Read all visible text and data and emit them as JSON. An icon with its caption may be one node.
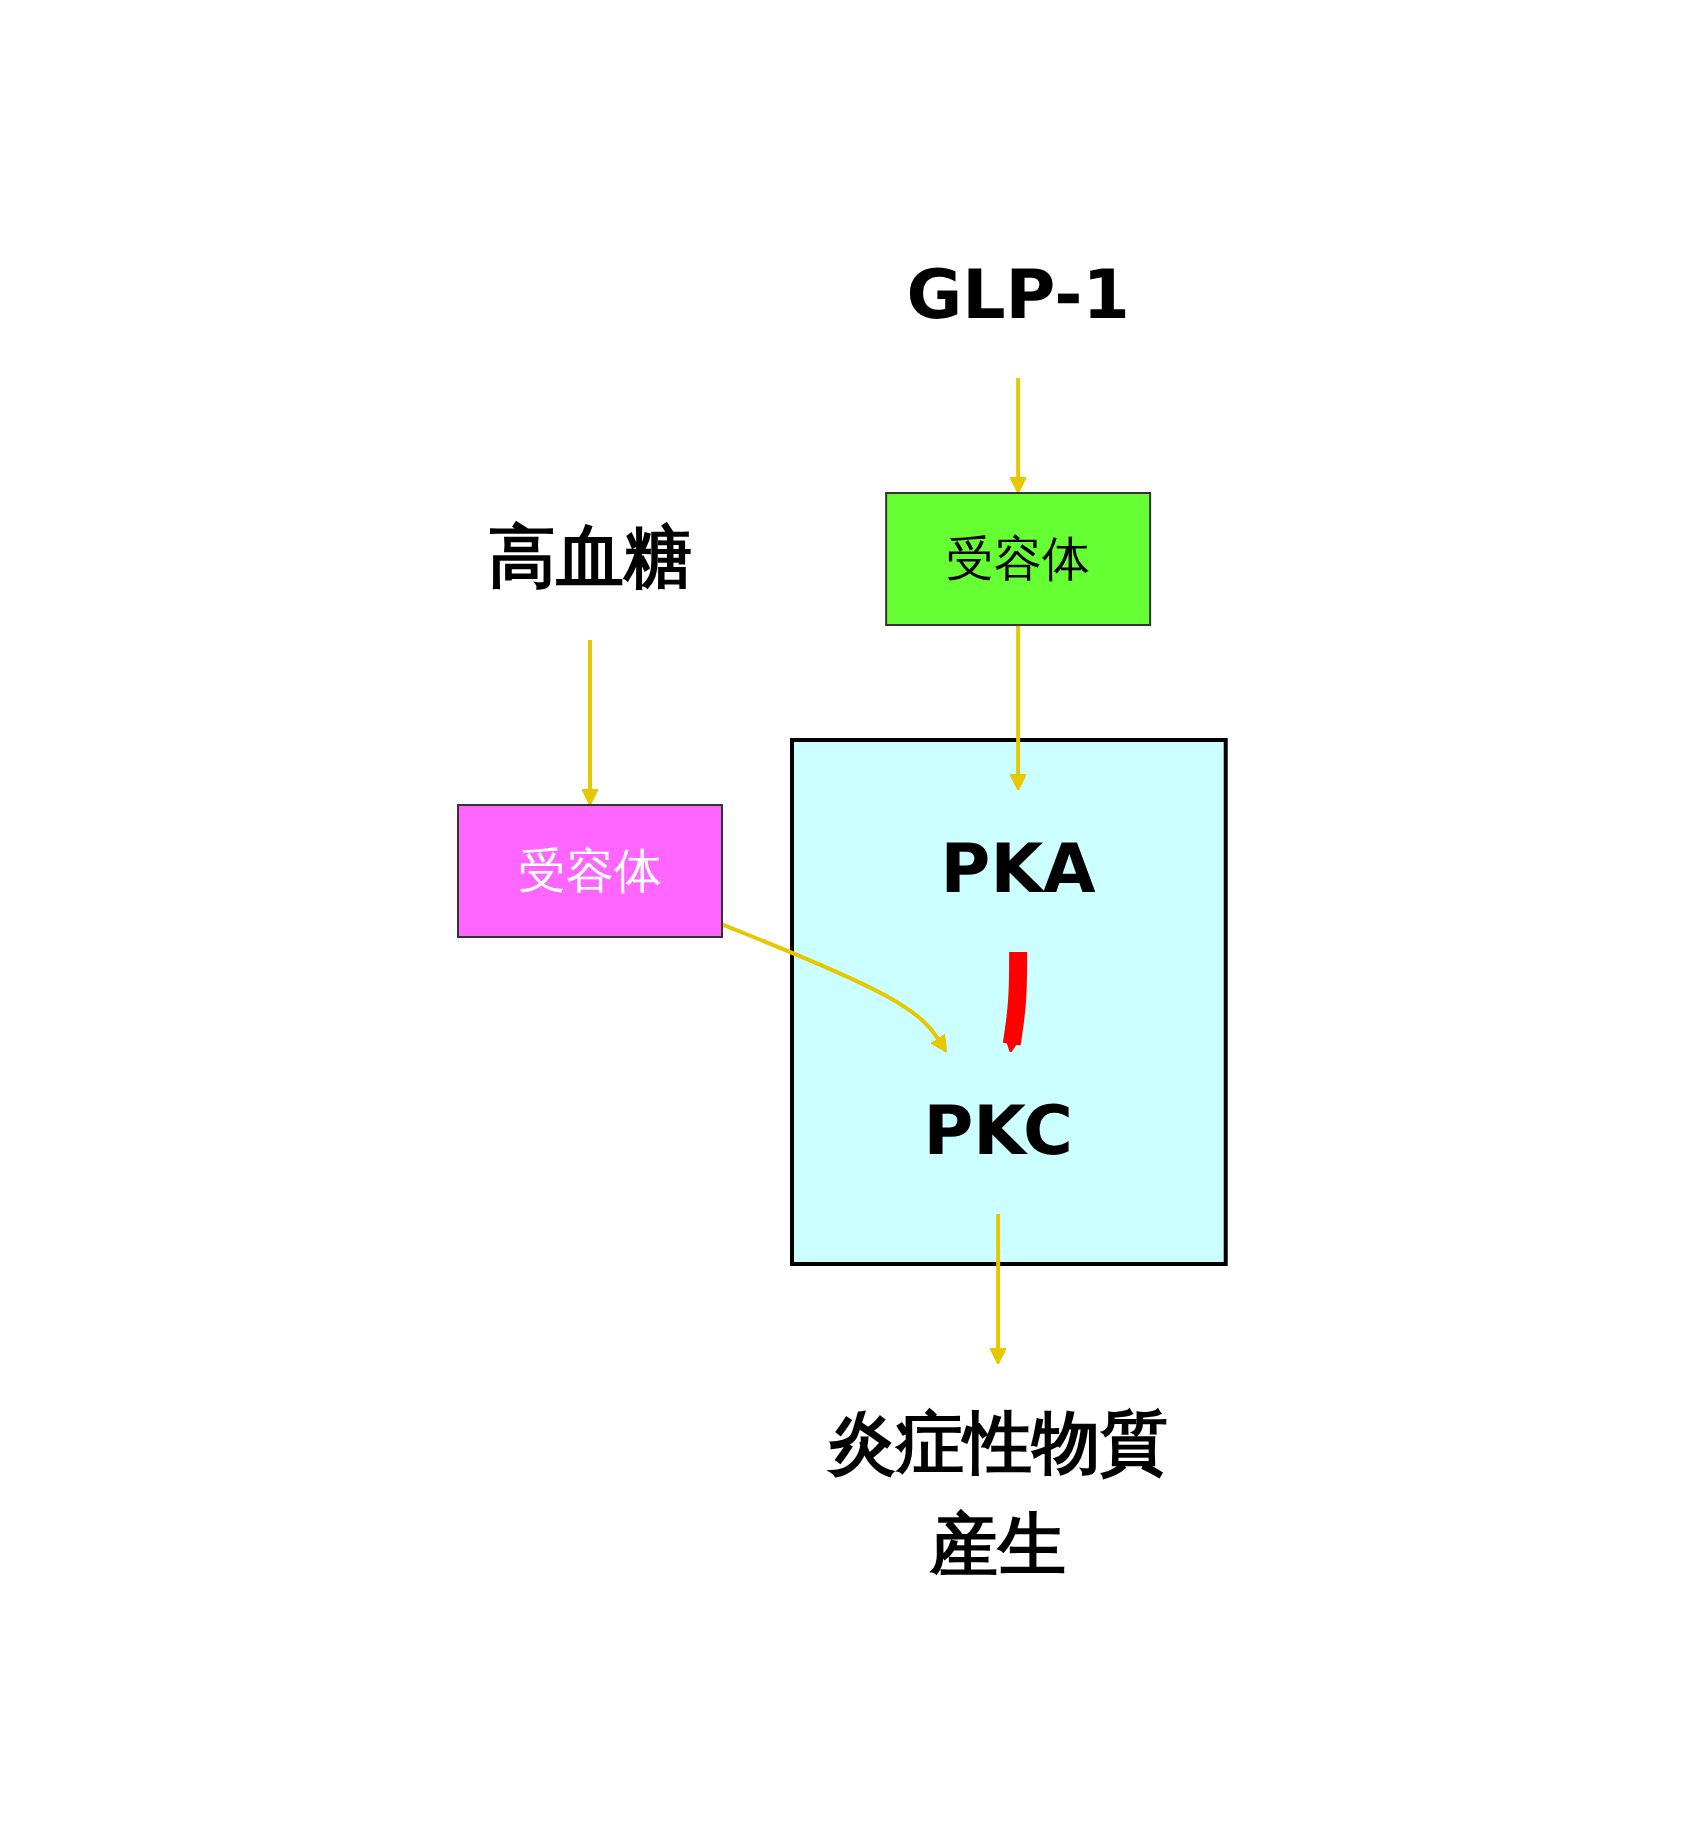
{
  "diagram": {
    "nodes": [
      {
        "text": [
          "GLP-1"
        ]
      },
      {
        "text": [
          "高血糖"
        ]
      },
      {
        "text": [],
        "shape": "box"
      },
      {
        "text": [
          "受容体"
        ]
      },
      {
        "text": [
          "受容体"
        ]
      },
      {
        "text": [
          "PKA"
        ],
        "in": 2
      },
      {
        "text": [
          "PKC"
        ],
        "in": 2
      },
      {
        "text": [
          "炎症性物質産生"
        ]
      }
    ],
    "edges": [
      {
        "from": 0,
        "to": 3,
        "arrow": "to"
      },
      {
        "from": 1,
        "to": 4,
        "arrow": "to"
      },
      {
        "from": 3,
        "to": 5,
        "arrow": "to"
      },
      {
        "from": 4,
        "to": 6,
        "arrow": "to"
      },
      {
        "from": 5,
        "to": 6,
        "arrow": "to",
        "style": "thick",
        "color": "#ff0000"
      },
      {
        "from": 6,
        "to": 7,
        "arrow": "to"
      }
    ]
  }
}
